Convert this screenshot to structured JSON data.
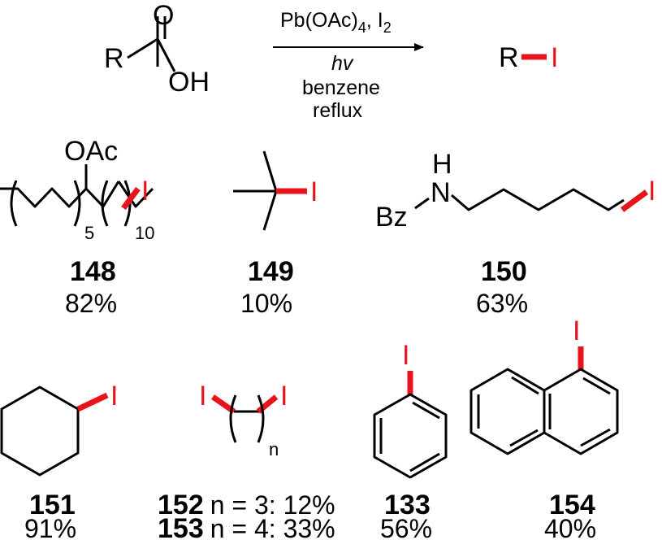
{
  "scheme": {
    "reactant": {
      "r_label": "R",
      "carbonyl_o": "O",
      "hydroxyl": "OH"
    },
    "reagents": {
      "line1": "Pb(OAc)",
      "line1_sub": "4",
      "line1_rest": ", I",
      "line1_sub2": "2",
      "line2": "hv",
      "line3": "benzene",
      "line4": "reflux"
    },
    "product": {
      "r_label": "R",
      "iodine": "I"
    }
  },
  "compounds": [
    {
      "id": "148",
      "yield": "82%",
      "substituent": "OAc",
      "iodine": "I",
      "repeat_a": "5",
      "repeat_b": "10"
    },
    {
      "id": "149",
      "yield": "10%",
      "iodine": "I"
    },
    {
      "id": "150",
      "yield": "63%",
      "nh_h": "H",
      "nh_n": "N",
      "bz": "Bz",
      "iodine": "I"
    },
    {
      "id": "151",
      "yield": "91%",
      "iodine": "I"
    },
    {
      "id": "152",
      "yield_text": "n = 3: 12%",
      "iodine": "I",
      "repeat": "n"
    },
    {
      "id": "153",
      "yield_text": "n = 4: 33%"
    },
    {
      "id": "133",
      "yield": "56%",
      "iodine": "I"
    },
    {
      "id": "154",
      "yield": "40%",
      "iodine": "I"
    }
  ],
  "colors": {
    "highlight_bond": "#e8141b",
    "bond": "#000000"
  }
}
